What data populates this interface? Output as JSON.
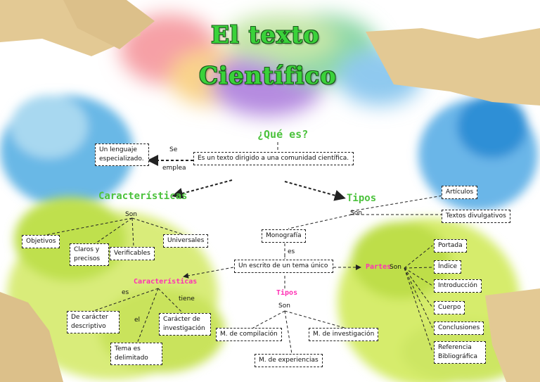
{
  "title": {
    "line1": "El texto",
    "line2": "Científico"
  },
  "que_es": {
    "heading": "¿Qué es?",
    "definition": "Es un texto dirigido a una comunidad científica.",
    "link_se": "Se",
    "link_emplea": "emplea",
    "lenguaje": "Un lenguaje especializado."
  },
  "caracteristicas": {
    "heading": "Características",
    "link": "Son",
    "items": [
      "Objetivos",
      "Claros y precisos",
      "Verificables",
      "Universales"
    ]
  },
  "tipos": {
    "heading": "Tipos",
    "link": "Son",
    "items": [
      "Artículos",
      "Textos divulgativos",
      "Monografía"
    ]
  },
  "monografia": {
    "link": "es",
    "definition": "Un escrito de un tema único"
  },
  "mono_caracteristicas": {
    "heading": "Características",
    "link_es": "es",
    "link_el": "el",
    "link_tiene": "tiene",
    "items": [
      "De carácter descriptivo",
      "Tema es delimitado",
      "Carácter de investigación"
    ]
  },
  "mono_tipos": {
    "heading": "Tipos",
    "link": "Son",
    "items": [
      "M. de compilación",
      "M. de investigación",
      "M. de experiencias"
    ]
  },
  "partes": {
    "heading": "Partes",
    "link": "Son",
    "items": [
      "Portada",
      "Índice",
      "Introducción",
      "Cuerpo",
      "Conclusiones",
      "Referencia Bibliográfica"
    ]
  },
  "colors": {
    "accent_green": "#4cc23d",
    "accent_pink": "#ff2fb4",
    "paper": "#e6cfa1"
  }
}
